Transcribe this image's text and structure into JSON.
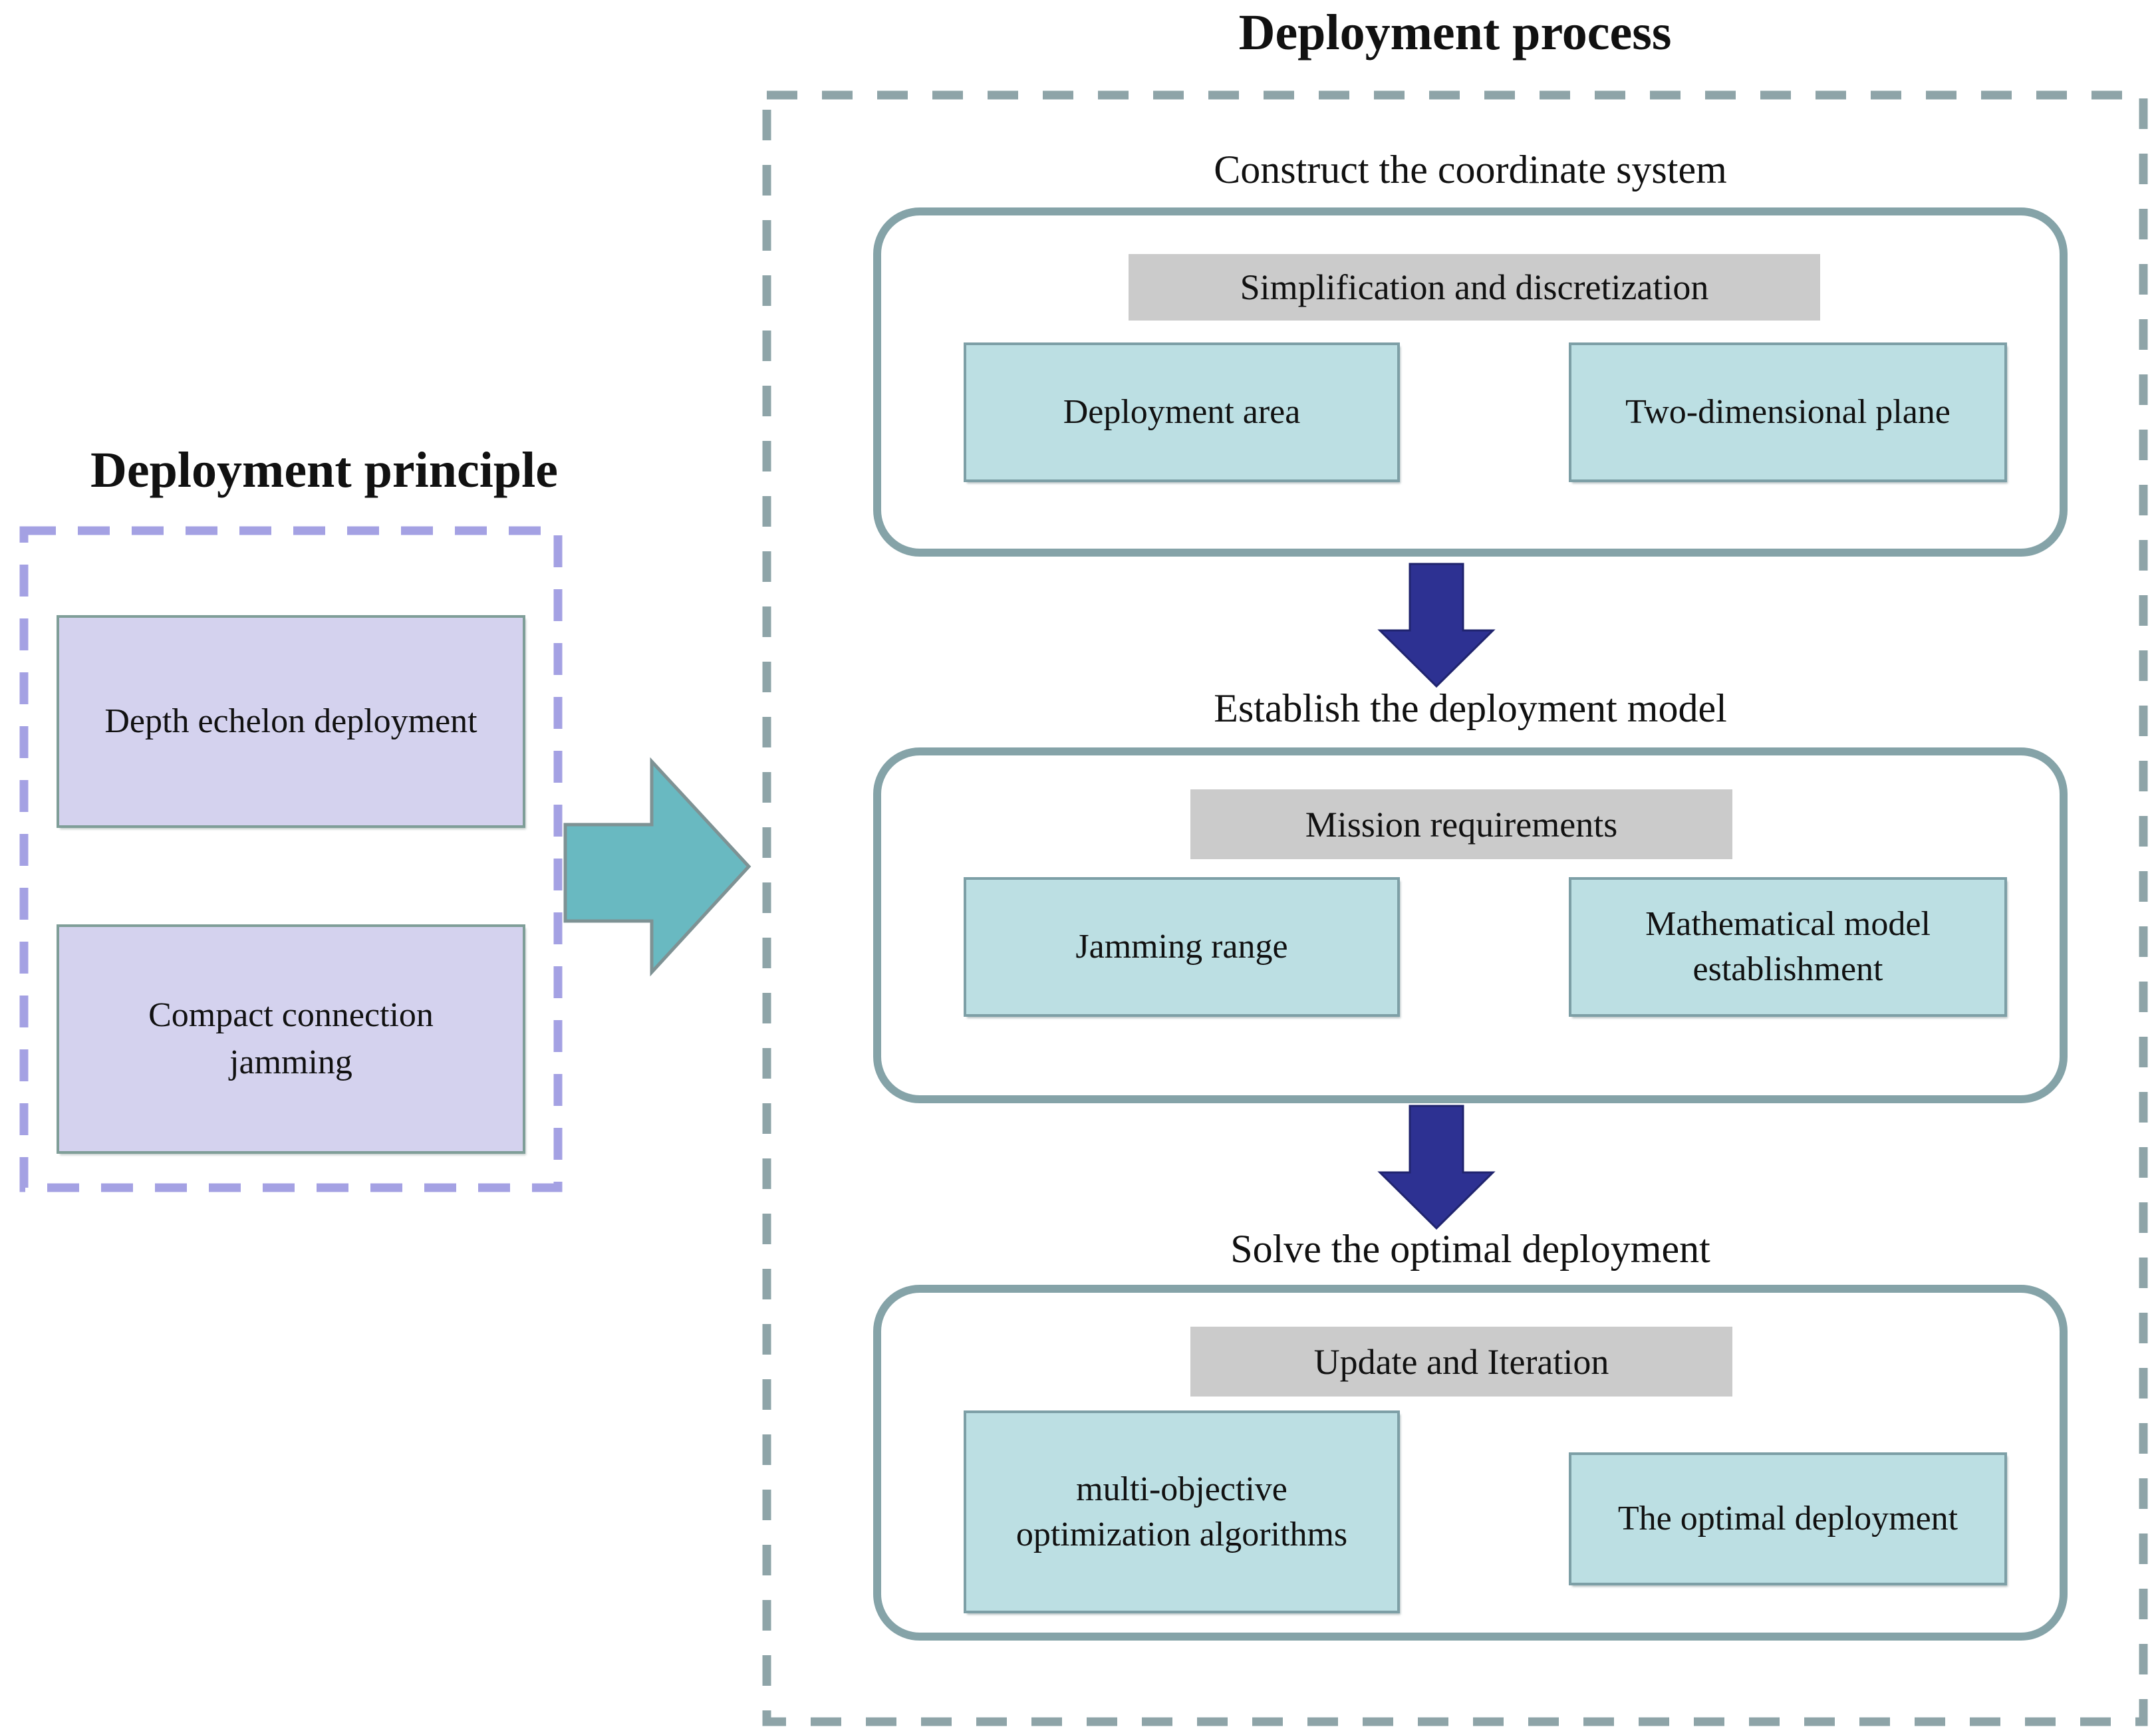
{
  "left_panel": {
    "title": "Deployment principle",
    "boxes": [
      {
        "label": "Depth echelon deployment"
      },
      {
        "label": "Compact connection jamming"
      }
    ]
  },
  "right_panel": {
    "title": "Deployment process",
    "stages": [
      {
        "label": "Construct the coordinate system",
        "header": "Simplification and discretization",
        "from": "Deployment area",
        "to": "Two-dimensional plane"
      },
      {
        "label": "Establish the deployment model",
        "header": "Mission requirements",
        "from": "Jamming range",
        "to": "Mathematical model establishment"
      },
      {
        "label": "Solve the optimal deployment",
        "header": "Update and Iteration",
        "from": "multi-objective optimization algorithms",
        "to": "The optimal deployment"
      }
    ]
  },
  "icons": [
    "big-right-arrow",
    "down-arrow",
    "small-right-arrow"
  ],
  "colors": {
    "purple_dash_border": "#a4a1e3",
    "teal_dash_border": "#8ea4a8",
    "container_border": "#85a3a8",
    "gray_header_fill": "#cbcbcb",
    "cyan_box_fill": "#bcdfe3",
    "cyan_box_border": "#7d9fa6",
    "lavender_box_fill": "#d4d2ee",
    "lavender_box_border": "#7f9e98",
    "big_arrow_fill": "#69b9c1",
    "small_arrow_fill": "#cde8ec",
    "dark_arrow_fill": "#2d3192",
    "text_color": "#111111"
  }
}
